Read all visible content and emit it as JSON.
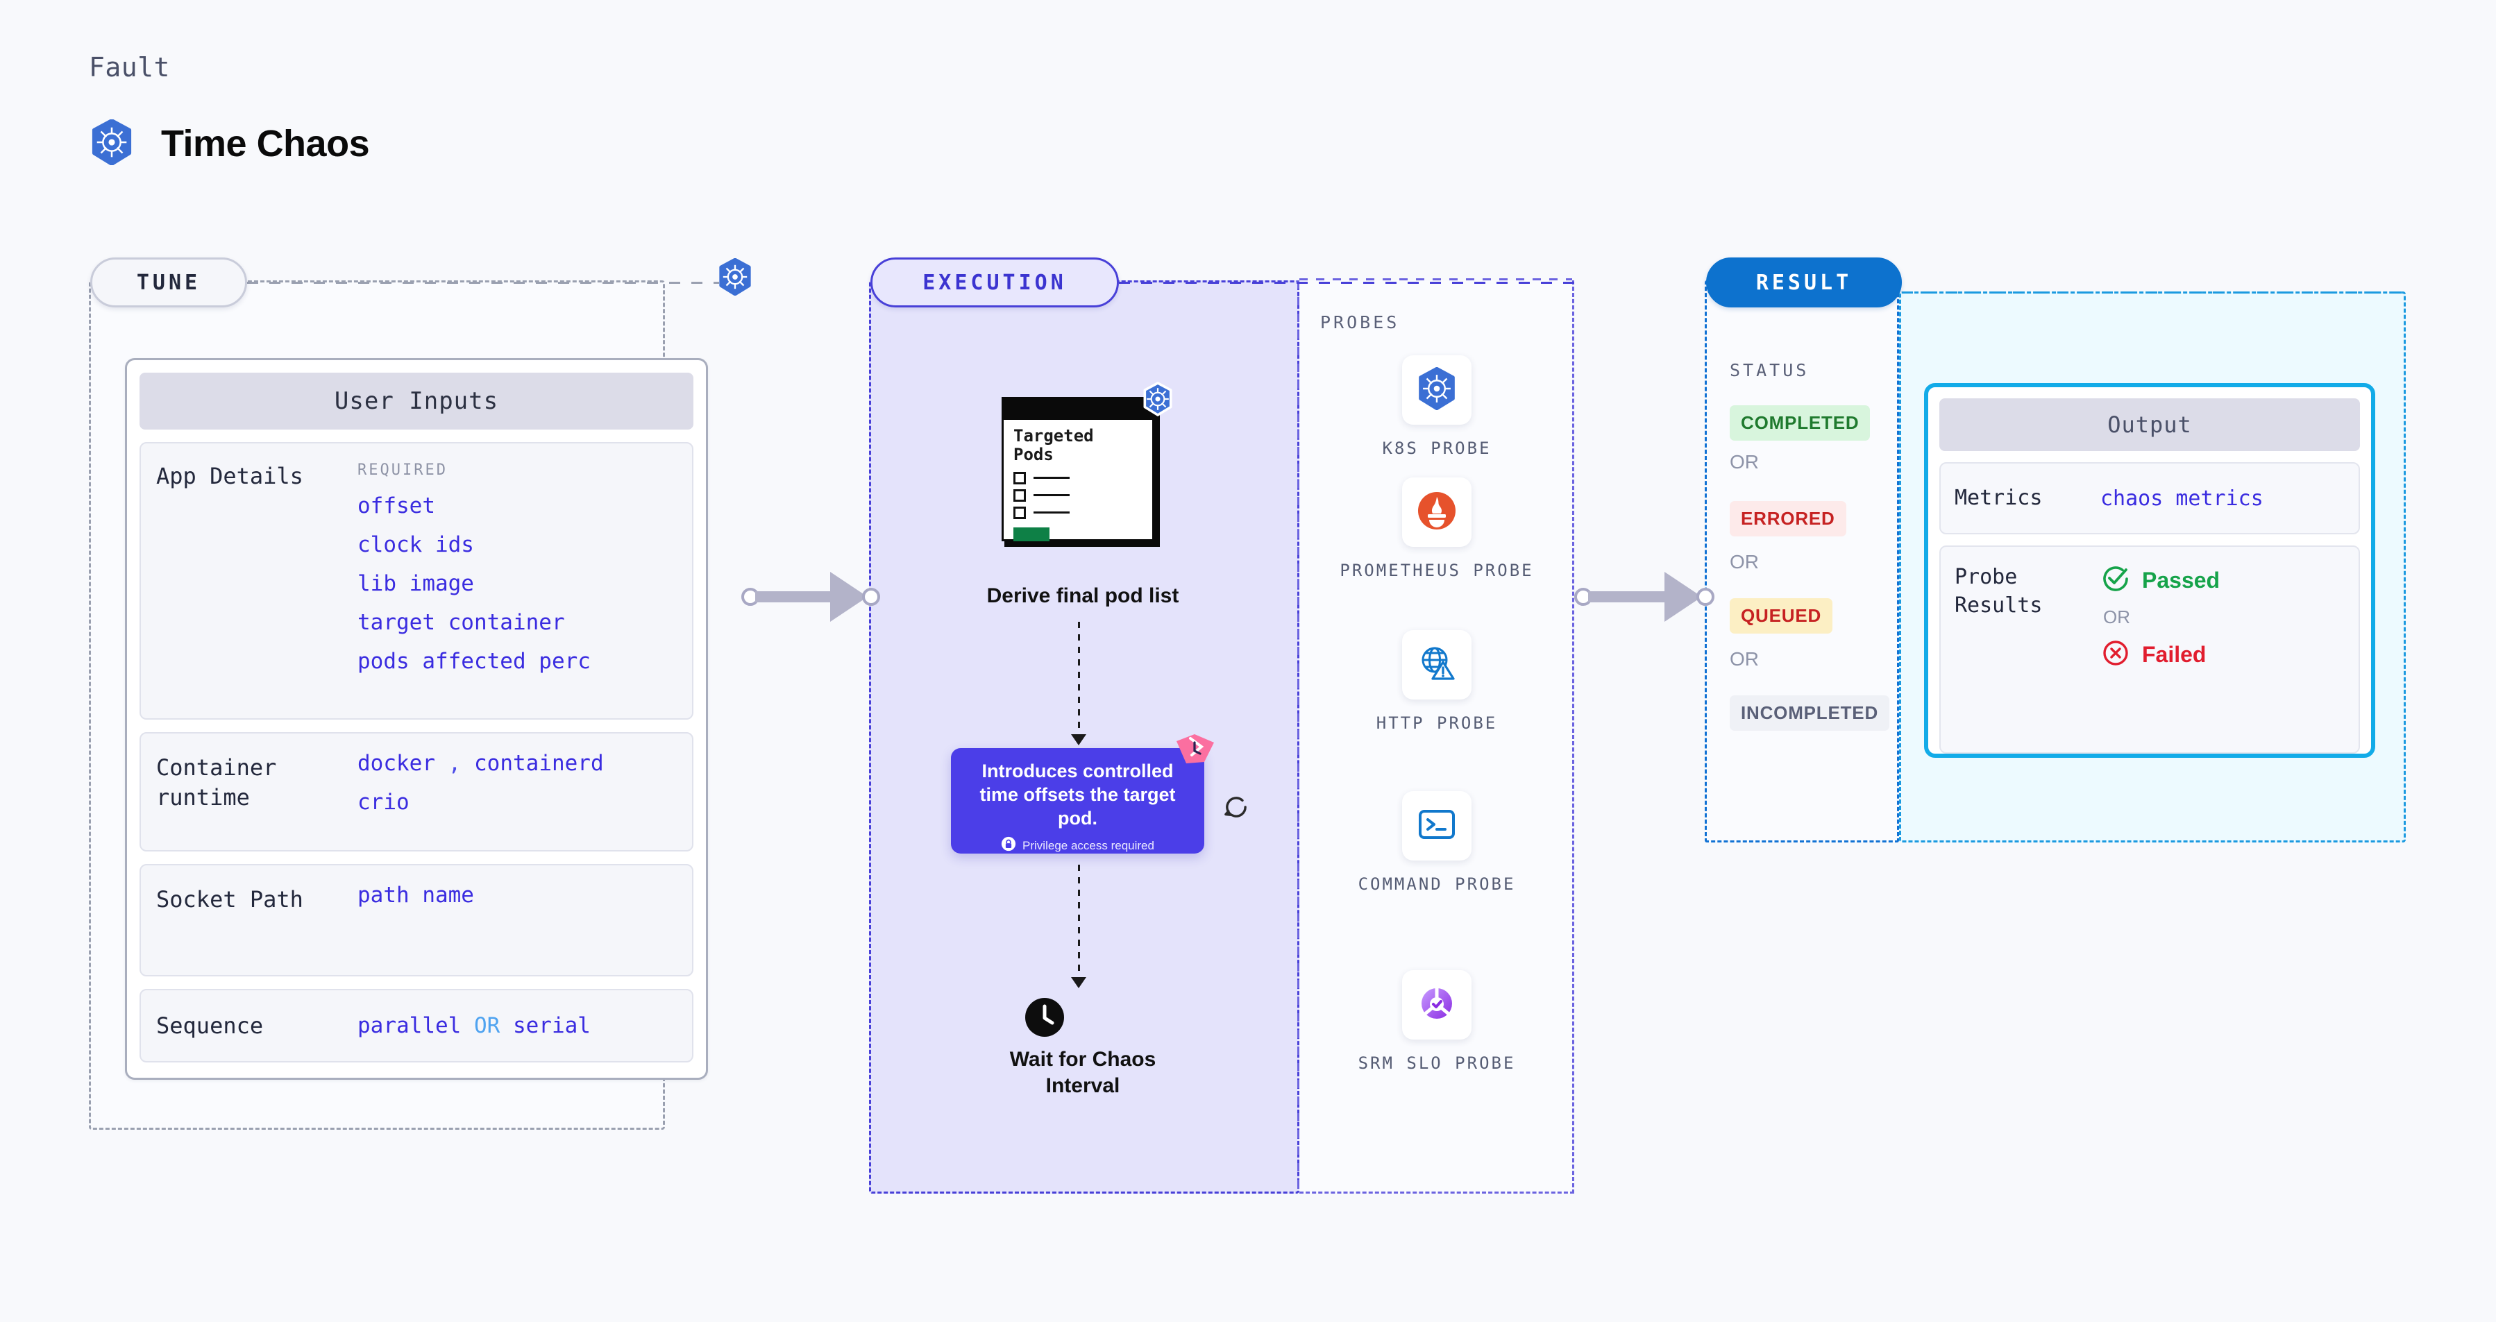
{
  "header": {
    "kicker": "Fault",
    "title": "Time Chaos",
    "icon": "kubernetes-icon"
  },
  "colors": {
    "accent_purple": "#4b3ee8",
    "accent_blue": "#0d72ce",
    "accent_cyan": "#12abe8",
    "value_text": "#3a2ce0",
    "k8s_blue": "#3b6fd4",
    "pass_green": "#16a34a",
    "fail_red": "#e11d2e",
    "ribbon_pink": "#fb6fa0"
  },
  "stages": {
    "tune": {
      "label": "TUNE"
    },
    "execution": {
      "label": "EXECUTION"
    },
    "result": {
      "label": "RESULT"
    }
  },
  "tune": {
    "card_title": "User Inputs",
    "rows": [
      {
        "label": "App Details",
        "required_tag": "REQUIRED",
        "values": [
          "offset",
          "clock ids",
          "lib image",
          "target container",
          "pods affected perc"
        ]
      },
      {
        "label": "Container runtime",
        "value_line_1_a": "docker",
        "value_line_1_sep": ",",
        "value_line_1_b": "containerd",
        "value_line_2": "crio"
      },
      {
        "label": "Socket Path",
        "value": "path name"
      },
      {
        "label": "Sequence",
        "value_a": "parallel",
        "value_or": "OR",
        "value_b": "serial"
      }
    ]
  },
  "execution": {
    "pods_card": {
      "title_line_1": "Targeted",
      "title_line_2": "Pods",
      "badge_icon": "kubernetes-icon"
    },
    "derive_label": "Derive final pod list",
    "description_card": {
      "text": "Introduces controlled time offsets the target pod.",
      "privilege_note": "Privilege access required",
      "lock_icon": "lock-icon",
      "ribbon_icon": "time-ribbon-icon",
      "refresh_icon": "refresh-icon"
    },
    "wait_label": "Wait for Chaos Interval",
    "wait_icon": "clock-icon"
  },
  "probes": {
    "title": "PROBES",
    "items": [
      {
        "name": "K8S PROBE",
        "icon": "kubernetes-icon"
      },
      {
        "name": "PROMETHEUS PROBE",
        "icon": "prometheus-icon"
      },
      {
        "name": "HTTP PROBE",
        "icon": "globe-warning-icon"
      },
      {
        "name": "COMMAND PROBE",
        "icon": "terminal-icon"
      },
      {
        "name": "SRM SLO PROBE",
        "icon": "slo-check-icon"
      }
    ]
  },
  "status": {
    "title": "STATUS",
    "or_label": "OR",
    "badges": [
      {
        "label": "COMPLETED",
        "bg": "#d8f5dd",
        "fg": "#1f7a2e"
      },
      {
        "label": "ERRORED",
        "bg": "#fdeaea",
        "fg": "#c62222"
      },
      {
        "label": "QUEUED",
        "bg": "#fcefc4",
        "fg": "#c62222"
      },
      {
        "label": "INCOMPLETED",
        "bg": "#eff1f6",
        "fg": "#5a6078"
      }
    ]
  },
  "output": {
    "card_title": "Output",
    "metrics_label": "Metrics",
    "metrics_value": "chaos metrics",
    "probe_results_label": "Probe Results",
    "passed_label": "Passed",
    "failed_label": "Failed",
    "or_label": "OR",
    "passed_icon": "check-circle-icon",
    "failed_icon": "x-circle-icon"
  }
}
